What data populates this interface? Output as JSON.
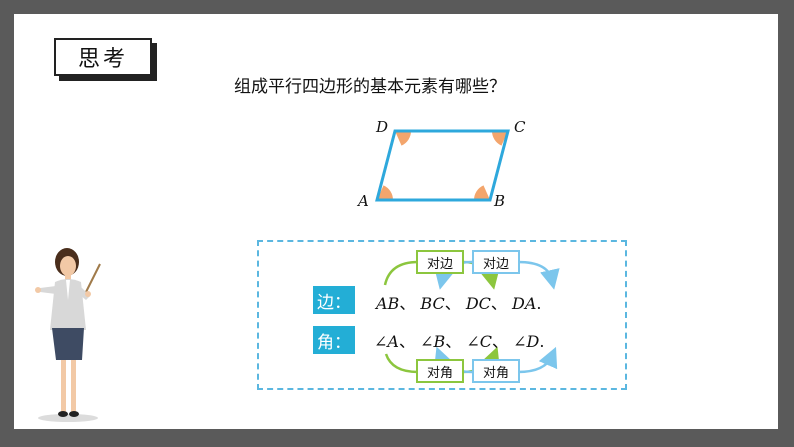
{
  "title": {
    "label": "思考"
  },
  "question": "组成平行四边形的基本元素有哪些？",
  "figure": {
    "vertices": {
      "A": "A",
      "B": "B",
      "C": "C",
      "D": "D"
    },
    "colors": {
      "edge": "#2ea8dc",
      "angle": "#f3a56c"
    }
  },
  "summary": {
    "edges_tag": "边：",
    "angles_tag": "角：",
    "edges": [
      "AB",
      "BC",
      "DC",
      "DA"
    ],
    "angles": [
      "A",
      "B",
      "C",
      "D"
    ],
    "separator": "、",
    "end": ".",
    "angle_symbol": "∠",
    "top_pills": [
      "对边",
      "对边"
    ],
    "bottom_pills": [
      "对角",
      "对角"
    ],
    "colors": {
      "tag": "#23aed6",
      "green": "#8cc63e",
      "blue": "#7cc6ec",
      "dash": "#5bb7e0"
    }
  }
}
